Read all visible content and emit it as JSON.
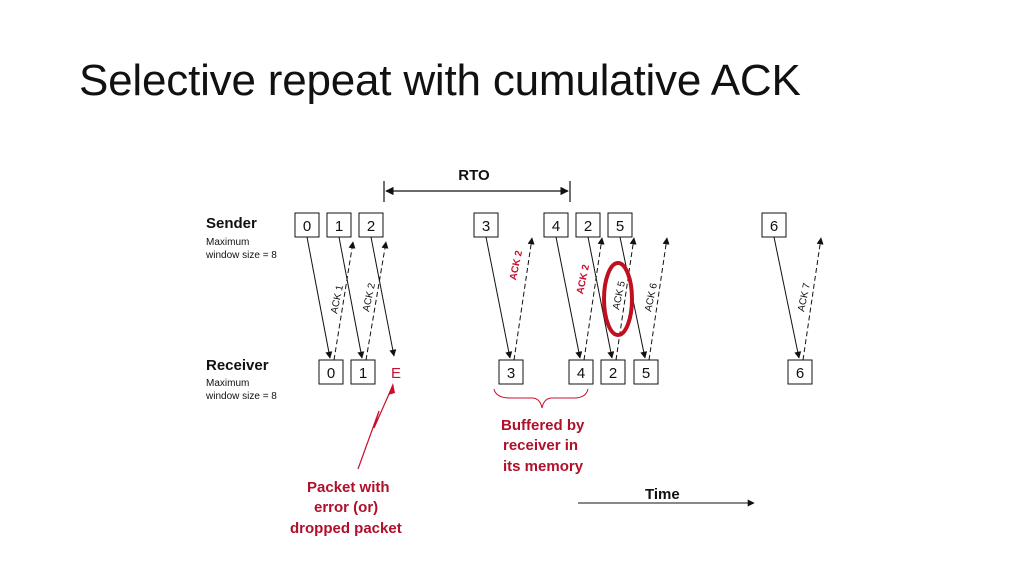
{
  "title": "Selective repeat with cumulative ACK",
  "rto_label": "RTO",
  "sender": {
    "label": "Sender",
    "window_line1": "Maximum",
    "window_line2": "window size = 8"
  },
  "receiver": {
    "label": "Receiver",
    "window_line1": "Maximum",
    "window_line2": "window size = 8"
  },
  "sender_packets": [
    "0",
    "1",
    "2",
    "3",
    "4",
    "2",
    "5",
    "6"
  ],
  "receiver_packets": [
    "0",
    "1",
    "3",
    "4",
    "2",
    "5",
    "6"
  ],
  "error_marker": "E",
  "acks": [
    "ACK 1",
    "ACK 2",
    "ACK 2",
    "ACK 2",
    "ACK 5",
    "ACK 6",
    "ACK 7"
  ],
  "buffered_note": {
    "line1": "Buffered by",
    "line2": "receiver in",
    "line3": "its memory"
  },
  "error_note": {
    "line1": "Packet with",
    "line2": "error (or)",
    "line3": "dropped packet"
  },
  "time_label": "Time",
  "colors": {
    "accent_red": "#c8102e",
    "line": "#111111"
  }
}
